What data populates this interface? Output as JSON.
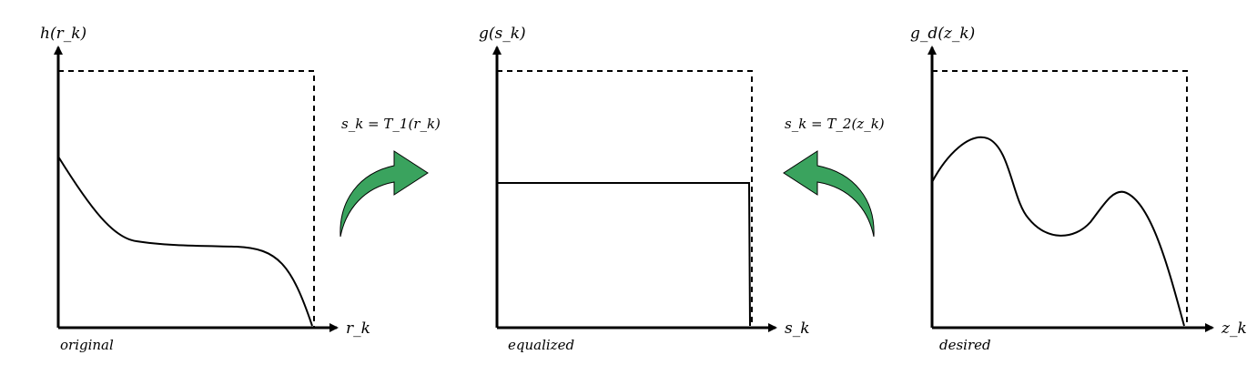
{
  "panels": [
    {
      "ylabel": "h(r_k)",
      "xlabel": "r_k",
      "caption": "original"
    },
    {
      "ylabel": "g(s_k)",
      "xlabel": "s_k",
      "caption": "equalized"
    },
    {
      "ylabel": "g_d(z_k)",
      "xlabel": "z_k",
      "caption": "desired"
    }
  ],
  "transforms": [
    {
      "equation": "s_k = T_1(r_k)"
    },
    {
      "equation": "s_k = T_2(z_k)"
    }
  ],
  "colors": {
    "arrow_fill": "#3aa35e",
    "stroke": "#000000"
  }
}
